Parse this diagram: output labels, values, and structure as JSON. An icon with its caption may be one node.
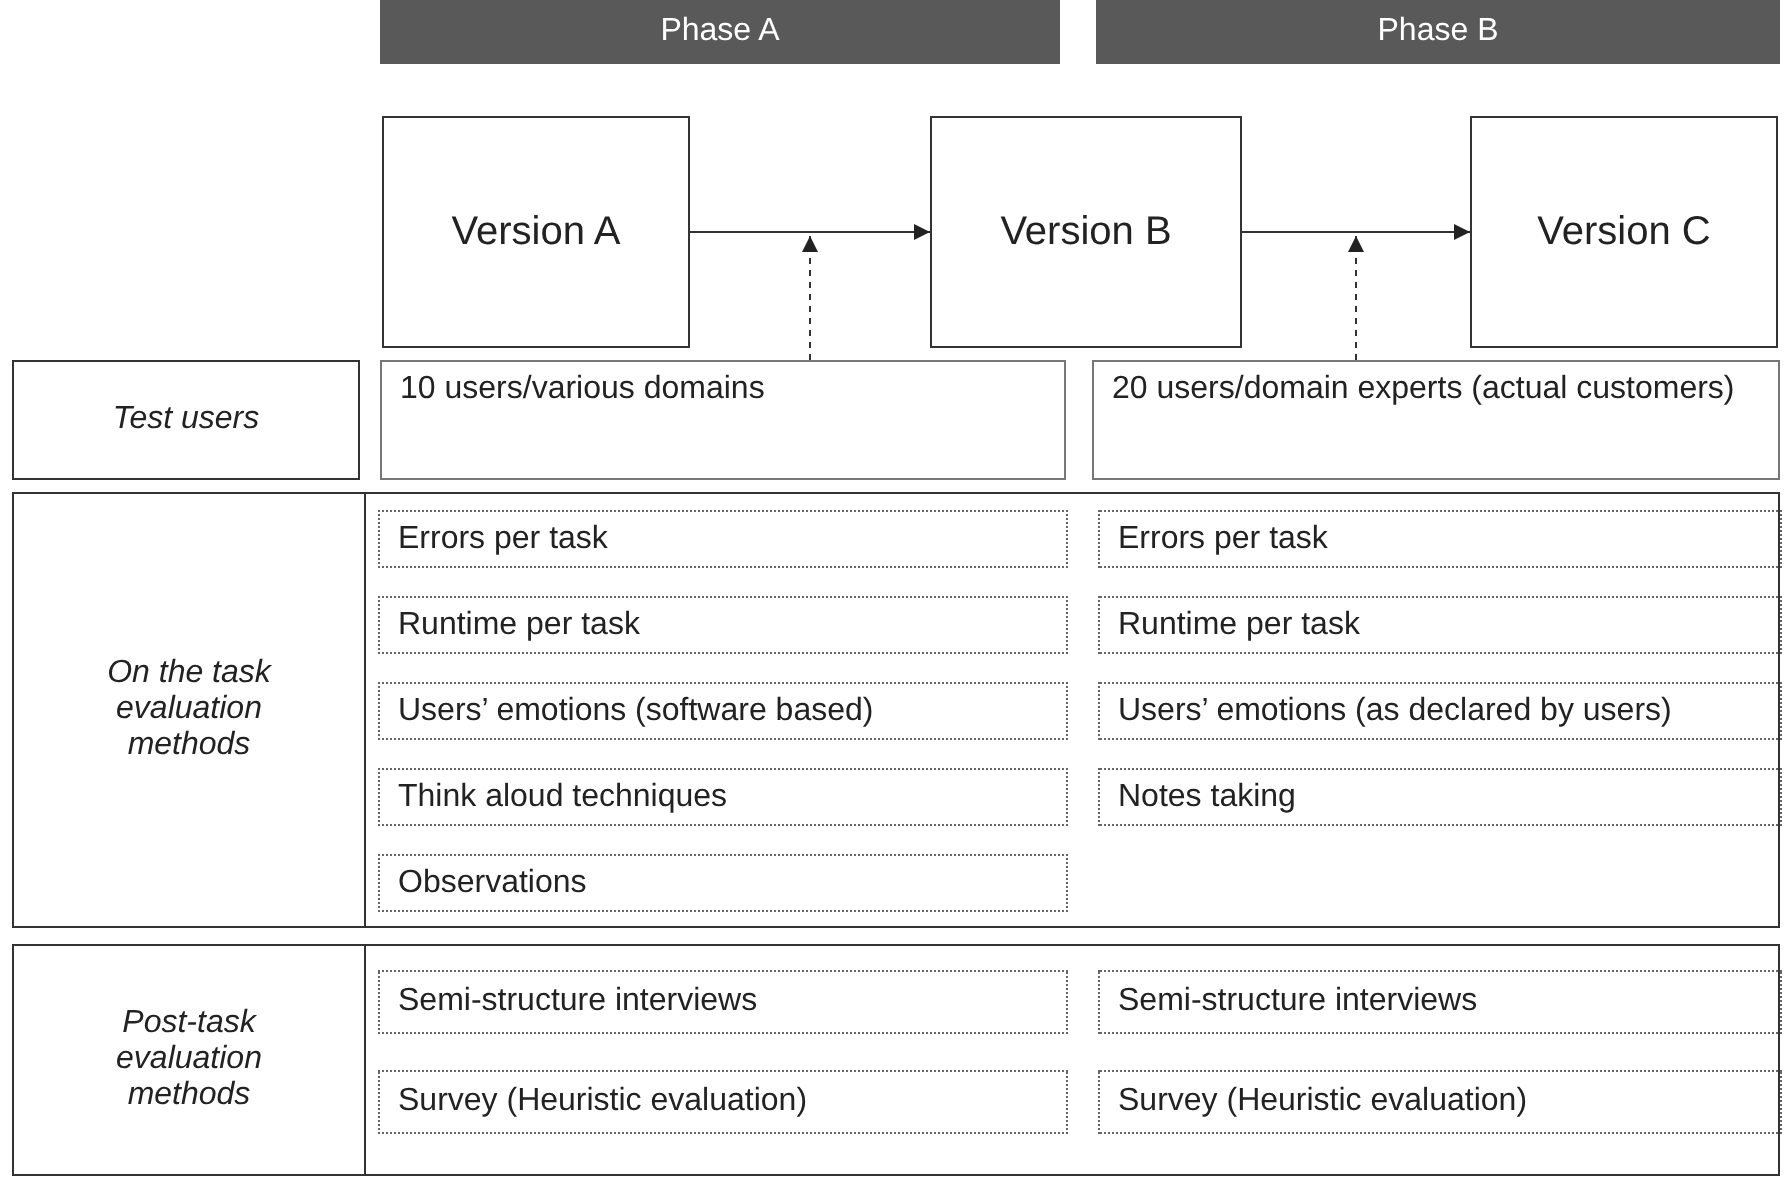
{
  "diagram": {
    "nodes": [
      {
        "text": [
          "Phase A"
        ]
      },
      {
        "text": [
          "Phase B"
        ]
      },
      {
        "text": [
          "Version A"
        ]
      },
      {
        "text": [
          "Version B"
        ]
      },
      {
        "text": [
          "Version C"
        ]
      },
      {
        "text": [
          "Test users"
        ]
      },
      {
        "text": [
          "10 users/various domains"
        ]
      },
      {
        "text": [
          "20 users/domain experts (actual customers)"
        ]
      },
      {
        "text": [
          "On the task evaluation methods"
        ]
      },
      {
        "text": [
          "Errors per task"
        ],
        "in": 8
      },
      {
        "text": [
          "Errors per task"
        ],
        "in": 8
      },
      {
        "text": [
          "Runtime per task"
        ],
        "in": 8
      },
      {
        "text": [
          "Runtime per task"
        ],
        "in": 8
      },
      {
        "text": [
          "Users’ emotions (software based)"
        ],
        "in": 8
      },
      {
        "text": [
          "Users’ emotions (as declared by users)"
        ],
        "in": 8
      },
      {
        "text": [
          "Think aloud techniques"
        ],
        "in": 8
      },
      {
        "text": [
          "Notes taking"
        ],
        "in": 8
      },
      {
        "text": [
          "Observations"
        ],
        "in": 8
      },
      {
        "text": [
          "Post-task evaluation methods"
        ]
      },
      {
        "text": [
          "Semi-structure interviews"
        ],
        "in": 18
      },
      {
        "text": [
          "Semi-structure interviews"
        ],
        "in": 18
      },
      {
        "text": [
          "Survey (Heuristic evaluation)"
        ],
        "in": 18
      },
      {
        "text": [
          "Survey (Heuristic evaluation)"
        ],
        "in": 18
      }
    ],
    "edges": [
      {
        "from": 2,
        "to": 3,
        "arrow": "to"
      },
      {
        "from": 3,
        "to": 4,
        "arrow": "to"
      },
      {
        "from": 6,
        "to": null,
        "arrow": "to",
        "style": "dashed"
      },
      {
        "from": 7,
        "to": null,
        "arrow": "to",
        "style": "dashed"
      }
    ]
  }
}
